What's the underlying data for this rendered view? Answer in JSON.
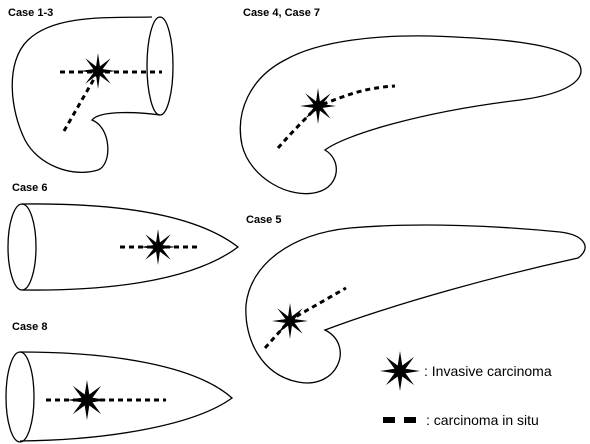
{
  "cases": [
    {
      "id": "case1_3",
      "label": "Case 1-3"
    },
    {
      "id": "case4_7",
      "label": "Case 4, Case 7"
    },
    {
      "id": "case6",
      "label": "Case 6"
    },
    {
      "id": "case5",
      "label": "Case 5"
    },
    {
      "id": "case8",
      "label": "Case 8"
    }
  ],
  "legend": {
    "invasive": ": Invasive carcinoma",
    "cis": ": carcinoma in situ"
  },
  "colors": {
    "outline": "#000000",
    "lesion": "#000000",
    "background": "#ffffff"
  }
}
